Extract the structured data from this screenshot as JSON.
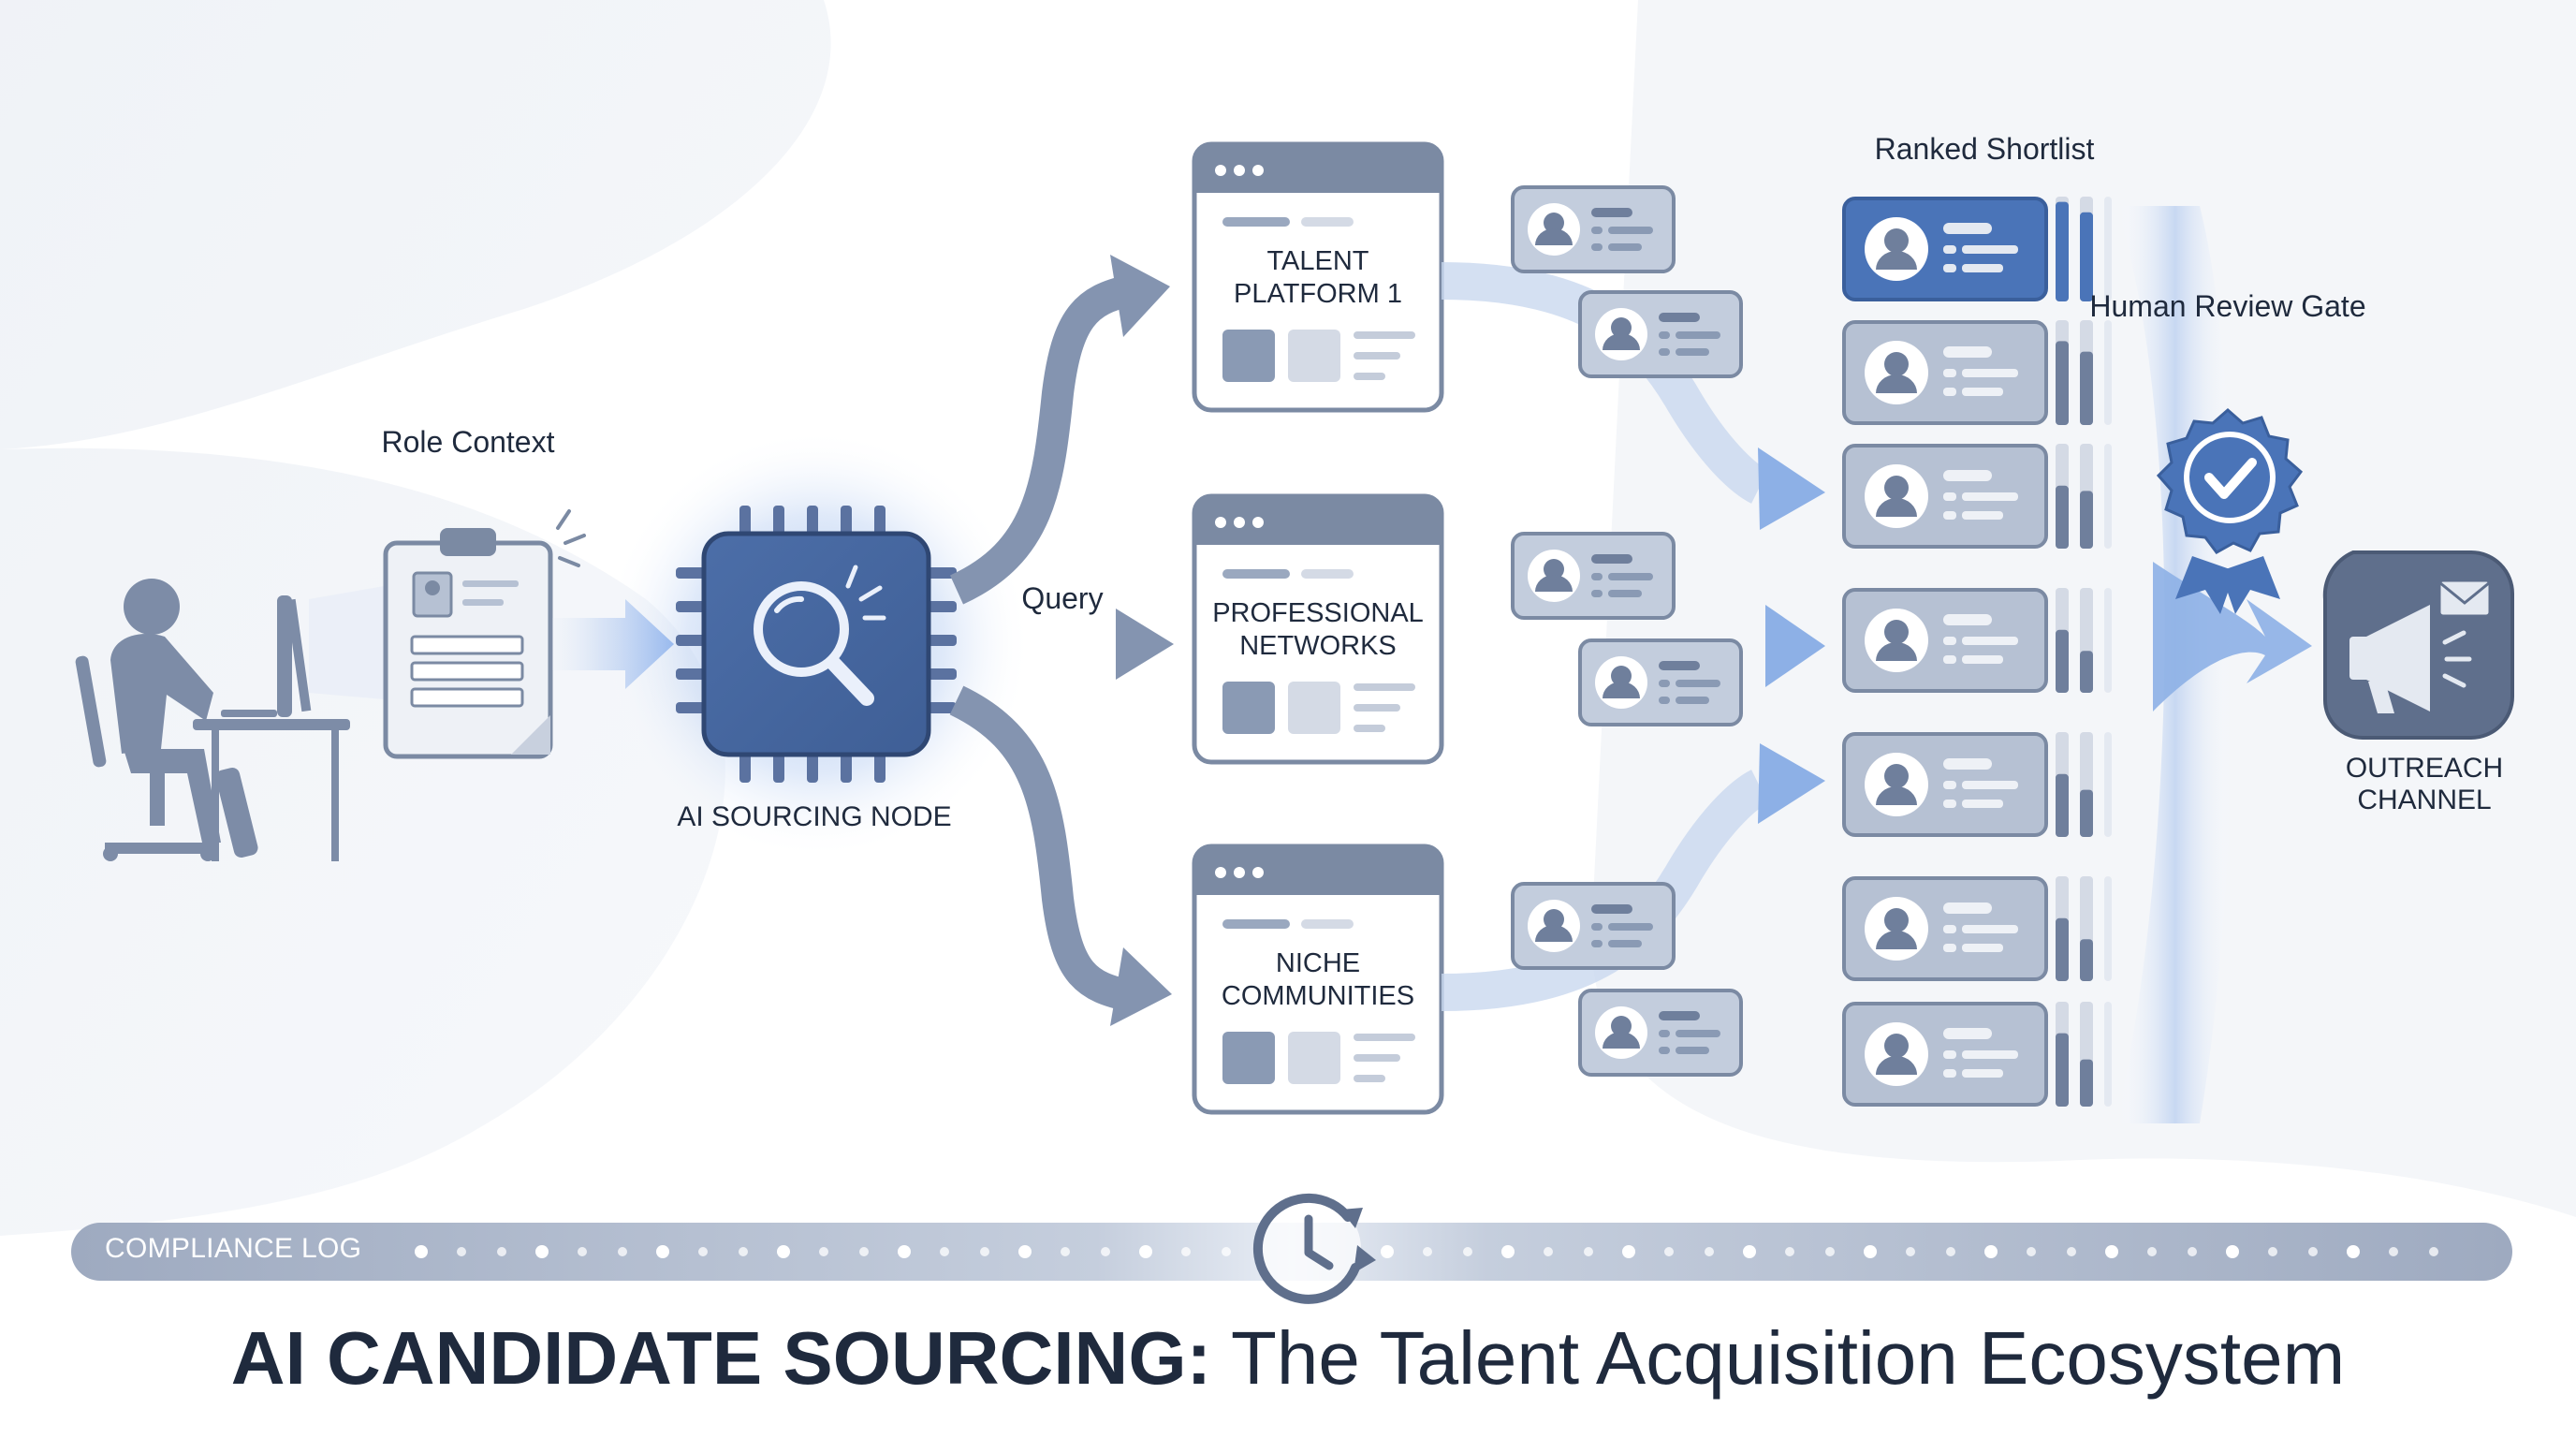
{
  "title": {
    "bold": "AI CANDIDATE SOURCING:",
    "rest": " The Talent Acquisition Ecosystem"
  },
  "labels": {
    "role_context": "Role Context",
    "ai_node": "AI SOURCING NODE",
    "query": "Query",
    "ranked_shortlist": "Ranked Shortlist",
    "human_review_gate": "Human Review Gate",
    "outreach": "OUTREACH CHANNEL",
    "compliance_log": "COMPLIANCE LOG"
  },
  "platforms": [
    {
      "name": "TALENT PLATFORM 1"
    },
    {
      "name": "PROFESSIONAL NETWORKS"
    },
    {
      "name": "NICHE COMMUNITIES"
    }
  ],
  "shortlist": [
    {
      "score_a": 0.95,
      "score_b": 0.85,
      "highlight": true
    },
    {
      "score_a": 0.8,
      "score_b": 0.7,
      "highlight": false
    },
    {
      "score_a": 0.6,
      "score_b": 0.55,
      "highlight": false
    },
    {
      "score_a": 0.6,
      "score_b": 0.4,
      "highlight": false
    },
    {
      "score_a": 0.6,
      "score_b": 0.45,
      "highlight": false
    },
    {
      "score_a": 0.6,
      "score_b": 0.4,
      "highlight": false
    },
    {
      "score_a": 0.7,
      "score_b": 0.45,
      "highlight": false
    }
  ],
  "colors": {
    "dark": "#1f2a3d",
    "slate": "#7b8aa3",
    "slate_dark": "#5f6f8c",
    "accent": "#4a74b8",
    "card": "#b6c1d3",
    "light": "#e4e9f1"
  },
  "icons": [
    "person-at-desk-icon",
    "clipboard-icon",
    "chip-search-icon",
    "badge-check-icon",
    "megaphone-icon",
    "clock-icon"
  ]
}
